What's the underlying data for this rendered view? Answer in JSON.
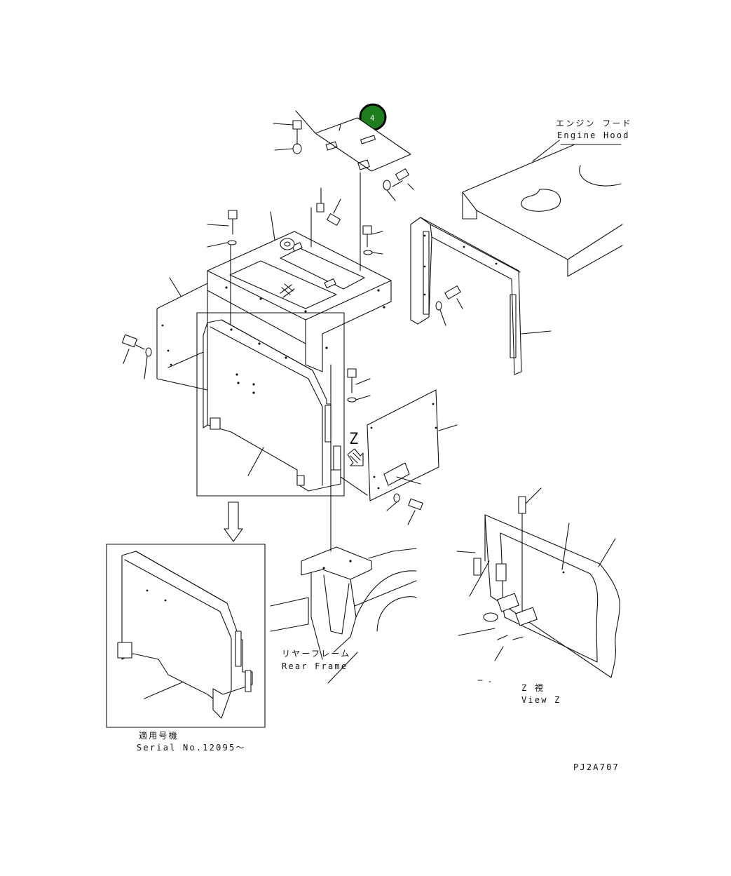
{
  "labels": {
    "engine_hood_jp": "エンジン フード",
    "engine_hood_en": "Engine Hood",
    "rear_frame_jp": "リヤーフレーム",
    "rear_frame_en": "Rear Frame",
    "view_z_jp": "Z 視",
    "view_z_en": "View Z",
    "serial_jp": "適用号機",
    "serial_en": "Serial No.12095～",
    "drawing_code": "PJ2A707",
    "z_marker": "Z"
  },
  "callout": {
    "number": "4",
    "color": "#1e7e1e",
    "ring_color": "#000000"
  }
}
